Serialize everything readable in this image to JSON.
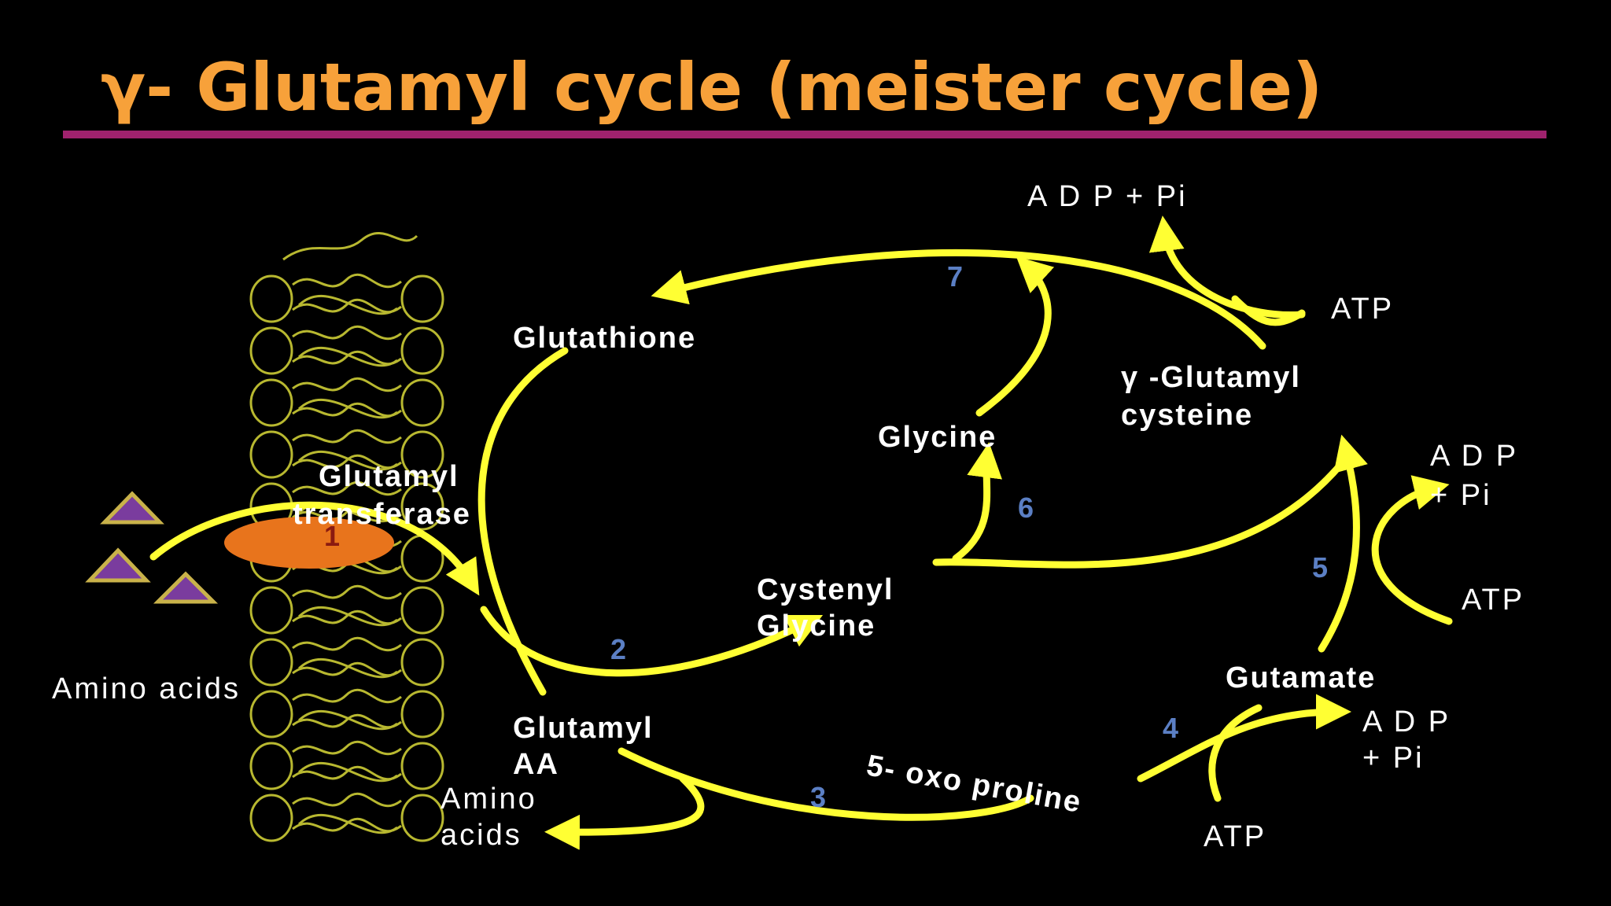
{
  "title": "γ- Glutamyl  cycle   (meister cycle)",
  "colors": {
    "title": "#f7a13a",
    "rule": "#a0226e",
    "arrow": "#ffff33",
    "step_number": "#5b7fc4",
    "enzyme_blob": "#e8741c",
    "membrane": "#b8b830",
    "triangle_fill": "#7a3c9e",
    "triangle_border": "#c9b24a"
  },
  "labels": {
    "glutathione": "Glutathione",
    "glutamyl_transferase_1": "Glutamyl",
    "glutamyl_transferase_2": "transferase",
    "amino_acids_left": "Amino   acids",
    "glutamyl_aa_1": "Glutamyl",
    "glutamyl_aa_2": "AA",
    "amino_acids_out_1": "Amino",
    "amino_acids_out_2": "acids",
    "cystenyl_1": "Cystenyl",
    "cystenyl_2": "Glycine",
    "glycine": "Glycine",
    "gamma_glutamyl_1": "γ -Glutamyl",
    "gamma_glutamyl_2": "cysteine",
    "gutamate": "Gutamate",
    "oxoproline": "5- oxo proline",
    "adp_pi_top": "A D P  + Pi",
    "atp_top": "ATP",
    "adp_right_1": "A D P",
    "adp_right_2": "+ Pi",
    "atp_right": "ATP",
    "adp_bottom_1": "A D P",
    "adp_bottom_2": "+ Pi",
    "atp_bottom": "ATP"
  },
  "steps": [
    "1",
    "2",
    "3",
    "4",
    "5",
    "6",
    "7"
  ]
}
